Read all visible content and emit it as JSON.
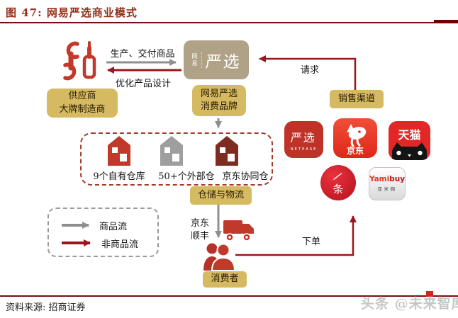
{
  "figure": {
    "title": "图 47: 网易严选商业模式",
    "source": "资料来源: 招商证券",
    "watermark": "头条 @未来智库"
  },
  "flows": {
    "produce": "生产、交付商品",
    "optimize": "优化产品设计",
    "request": "请求",
    "order": "下单",
    "courier_line1": "京东",
    "courier_line2": "顺丰"
  },
  "nodes": {
    "supplier_line1": "供应商",
    "supplier_line2": "大牌制造商",
    "logo_char1": "网",
    "logo_char2": "易",
    "logo_main": "严选",
    "brand_line1": "网易严选",
    "brand_line2": "消费品牌",
    "sales_channel": "销售渠道",
    "logistics": "仓储与物流",
    "consumer": "消费者"
  },
  "warehouses": [
    {
      "label": "9个自有仓库",
      "color": "#c0392b"
    },
    {
      "label": "50+个外部仓",
      "color": "#9e9e9e"
    },
    {
      "label": "京东协同仓",
      "color": "#7e2b21"
    }
  ],
  "legend": {
    "goods": "商品流",
    "non_goods": "非商品流"
  },
  "apps": {
    "yanxuan": {
      "label": "严选",
      "sub": "NETEASE"
    },
    "jd": {
      "label": "京东"
    },
    "tmall": {
      "label": "天猫"
    },
    "yitiao": {
      "char1": "一",
      "char2": "条"
    },
    "yamibuy": {
      "label_a": "Yami",
      "label_b": "buy",
      "sub": "亚米网"
    }
  },
  "colors": {
    "title_red": "#93301a",
    "rule_red": "#7a0d0d",
    "gold_box": "#d5ba62",
    "tan_logo_box": "#b0a286",
    "icon_red": "#c0392b",
    "goods_flow_gray": "#8f8f8f",
    "non_goods_flow_red": "#9b151b",
    "warehouse_dash": "#a43b2b"
  }
}
